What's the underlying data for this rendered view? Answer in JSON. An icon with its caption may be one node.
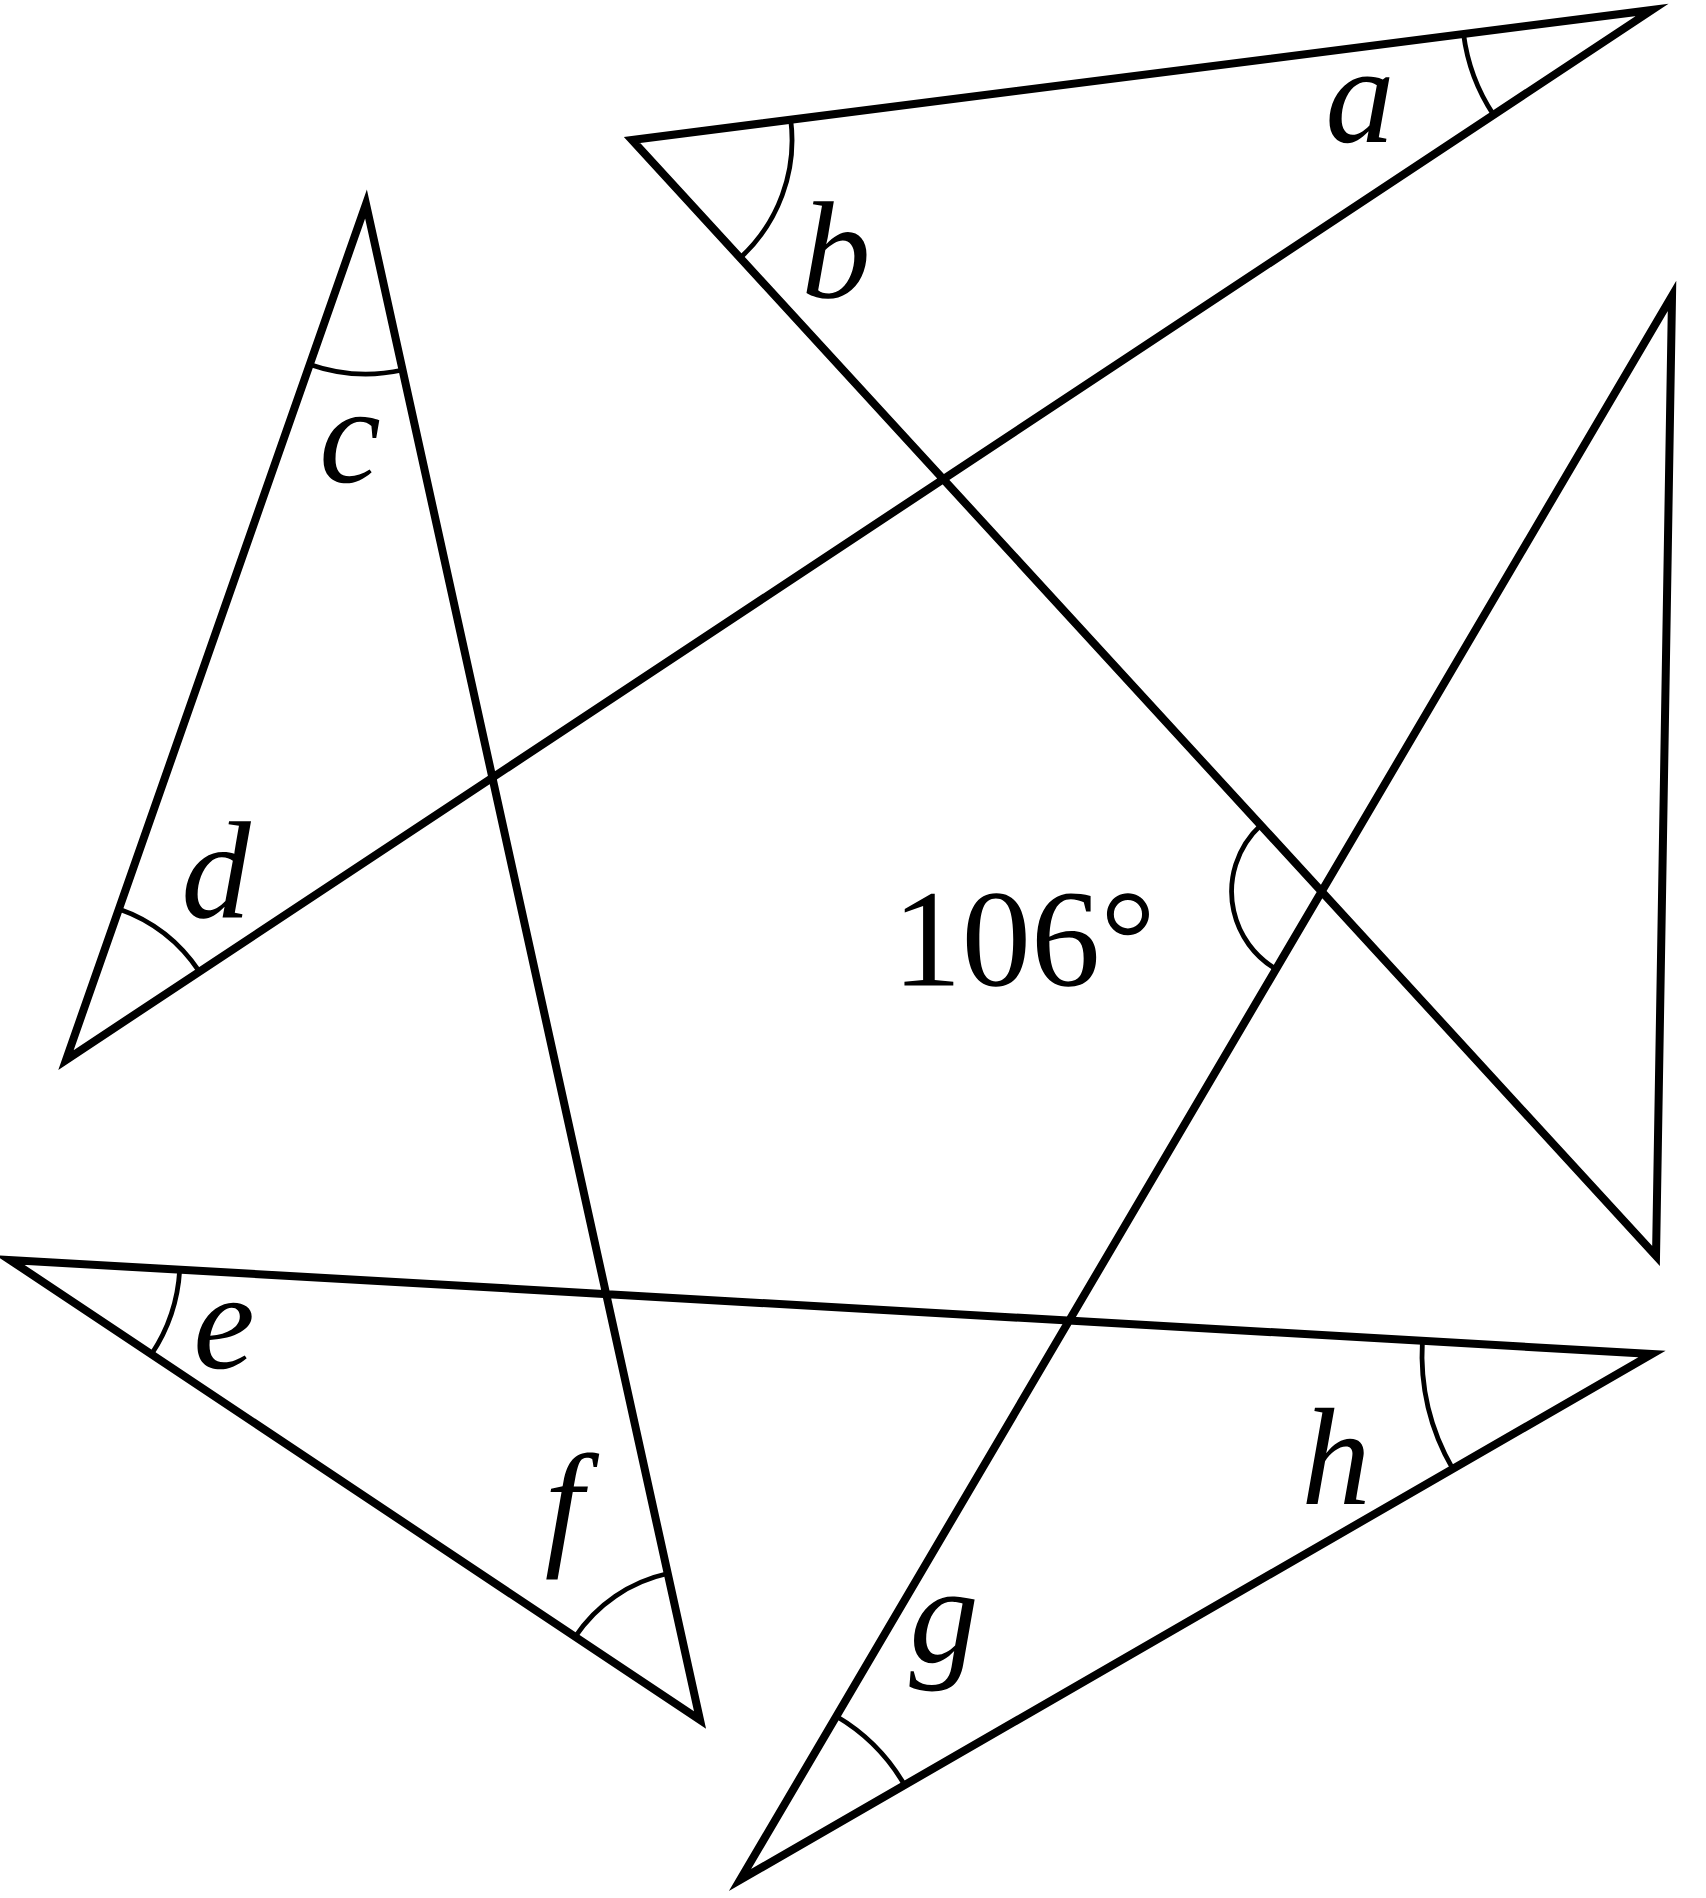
{
  "diagram": {
    "labels": [
      "a",
      "b",
      "c",
      "d",
      "106°",
      "e",
      "h",
      "f",
      "g"
    ]
  }
}
